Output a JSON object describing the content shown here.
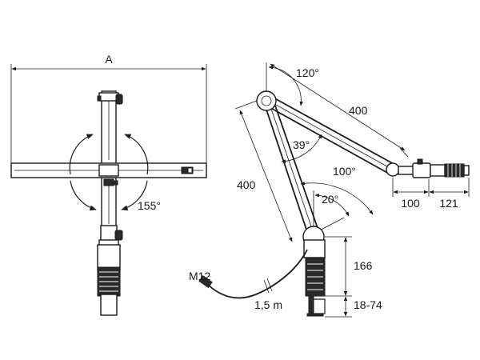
{
  "front_view": {
    "width_label": "A",
    "rotation_angle": "155°"
  },
  "side_view": {
    "top_joint_angle": "120°",
    "upper_arm_length": "400",
    "inner_angle": "39°",
    "head_angle": "100°",
    "lower_arm_length": "400",
    "base_angle": "20°",
    "head_length_1": "100",
    "head_length_2": "121",
    "base_height": "166",
    "clamp_range": "18-74",
    "connector": "M12",
    "cable_length": "1,5 m"
  }
}
